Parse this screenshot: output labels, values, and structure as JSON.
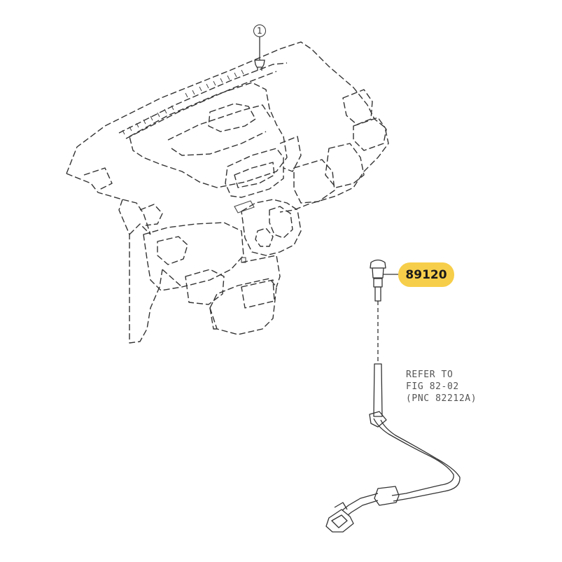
{
  "diagram": {
    "callout_marker": "1",
    "part_label": "89120",
    "part_label_color": "#f7ce4a",
    "reference_note": {
      "line1": "REFER TO",
      "line2": "FIG 82-02",
      "line3": "(PNC 82212A)"
    }
  }
}
